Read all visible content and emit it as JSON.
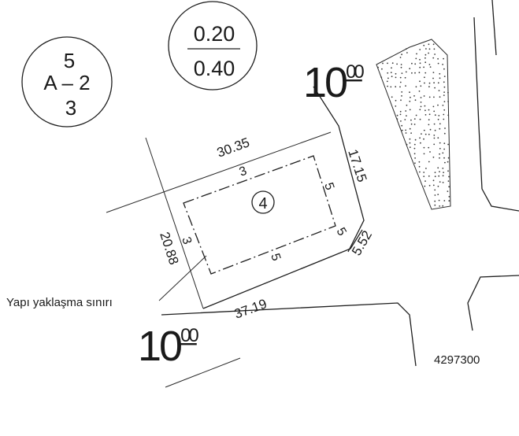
{
  "zoning_code": {
    "top": "5",
    "middle": "A – 2",
    "bottom": "3"
  },
  "coefficients": {
    "top": "0.20",
    "bottom": "0.40"
  },
  "road_widths": [
    {
      "main": "10",
      "sup": "00"
    },
    {
      "main": "10",
      "sup": "00"
    }
  ],
  "parcel_number": "4",
  "dimensions": {
    "top_edge": "30.35",
    "right_edge": "17.15",
    "corner_edge": "5.52",
    "bottom_edge": "37.19",
    "left_edge": "20.88"
  },
  "setbacks": {
    "top": "3",
    "right": "5",
    "corner": "5",
    "bottom": "5",
    "left": "3"
  },
  "setback_label": "Yapı yaklaşma sınırı",
  "coordinate_label": "4297300"
}
